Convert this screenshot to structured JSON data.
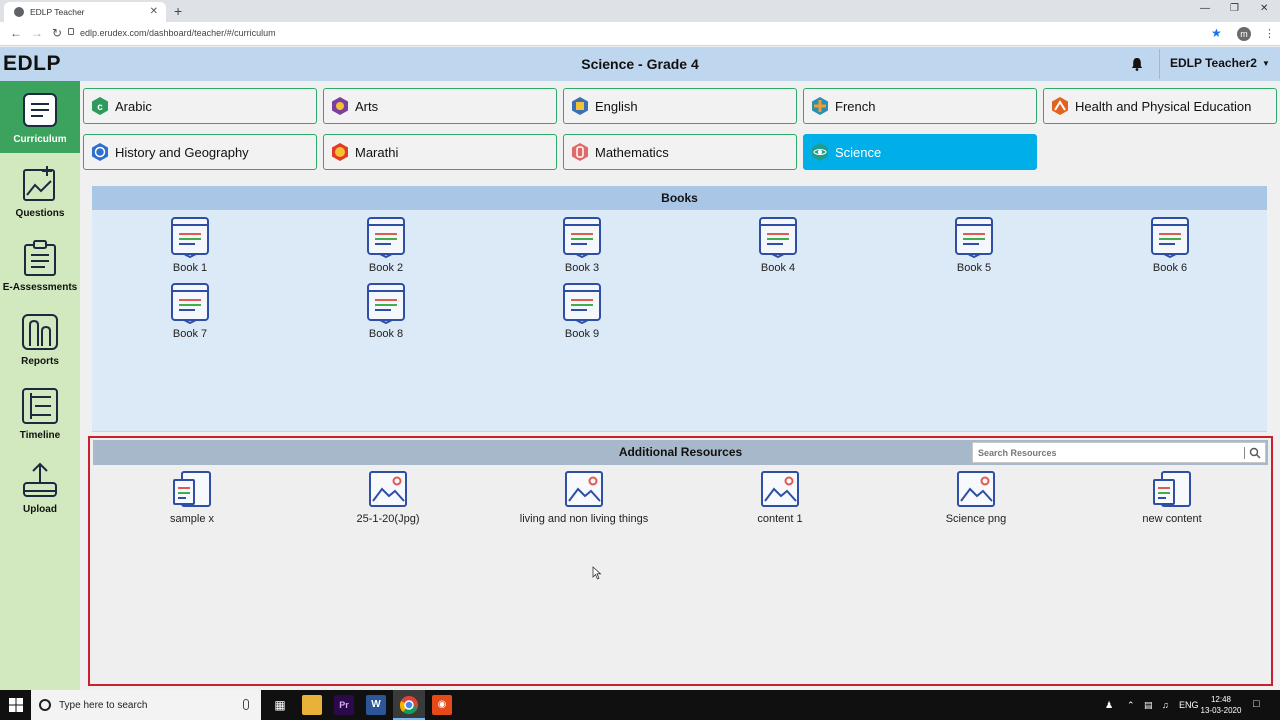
{
  "browser": {
    "tab_title": "EDLP Teacher",
    "url": "edlp.erudex.com/dashboard/teacher/#/curriculum",
    "profile_initial": "m",
    "new_tab": "+",
    "close_tab": "✕"
  },
  "header": {
    "brand": "EDLP",
    "title": "Science - Grade 4",
    "user": "EDLP Teacher2"
  },
  "sidebar": {
    "items": [
      {
        "label": "Curriculum",
        "icon": "curriculum-icon",
        "active": true
      },
      {
        "label": "Questions",
        "icon": "questions-icon"
      },
      {
        "label": "E-Assessments",
        "icon": "e-assessments-icon"
      },
      {
        "label": "Reports",
        "icon": "reports-icon"
      },
      {
        "label": "Timeline",
        "icon": "timeline-icon"
      },
      {
        "label": "Upload",
        "icon": "upload-icon"
      }
    ]
  },
  "subjects": [
    {
      "label": "Arabic",
      "color": "#2e9a5c"
    },
    {
      "label": "Arts",
      "color": "#7b3fa0"
    },
    {
      "label": "English",
      "color": "#3a6fb5"
    },
    {
      "label": "French",
      "color": "#2a8fb0"
    },
    {
      "label": "Health and Physical Education",
      "color": "#e0641f"
    },
    {
      "label": "History and Geography",
      "color": "#2f6fd0"
    },
    {
      "label": "Marathi",
      "color": "#e33a24"
    },
    {
      "label": "Mathematics",
      "color": "#e06a6a"
    },
    {
      "label": "Science",
      "color": "#1f9e8e",
      "active": true
    }
  ],
  "books": {
    "title": "Books",
    "items": [
      "Book 1",
      "Book 2",
      "Book 3",
      "Book 4",
      "Book 5",
      "Book 6",
      "Book 7",
      "Book 8",
      "Book 9"
    ]
  },
  "resources": {
    "title": "Additional Resources",
    "search_placeholder": "Search Resources",
    "items": [
      {
        "label": "sample x",
        "type": "document"
      },
      {
        "label": "25-1-20(Jpg)",
        "type": "image"
      },
      {
        "label": "living and non living things",
        "type": "image"
      },
      {
        "label": "content 1",
        "type": "image"
      },
      {
        "label": "Science png",
        "type": "image"
      },
      {
        "label": "new content",
        "type": "document"
      }
    ]
  },
  "taskbar": {
    "search_text": "Type here to search",
    "language": "ENG",
    "time": "12:48",
    "date": "13-03-2020"
  },
  "colors": {
    "accent_green": "#3ba35e",
    "accent_blue": "#00aee8",
    "highlight_red": "#cc1f2d",
    "icon_blue": "#2f4fa6"
  }
}
